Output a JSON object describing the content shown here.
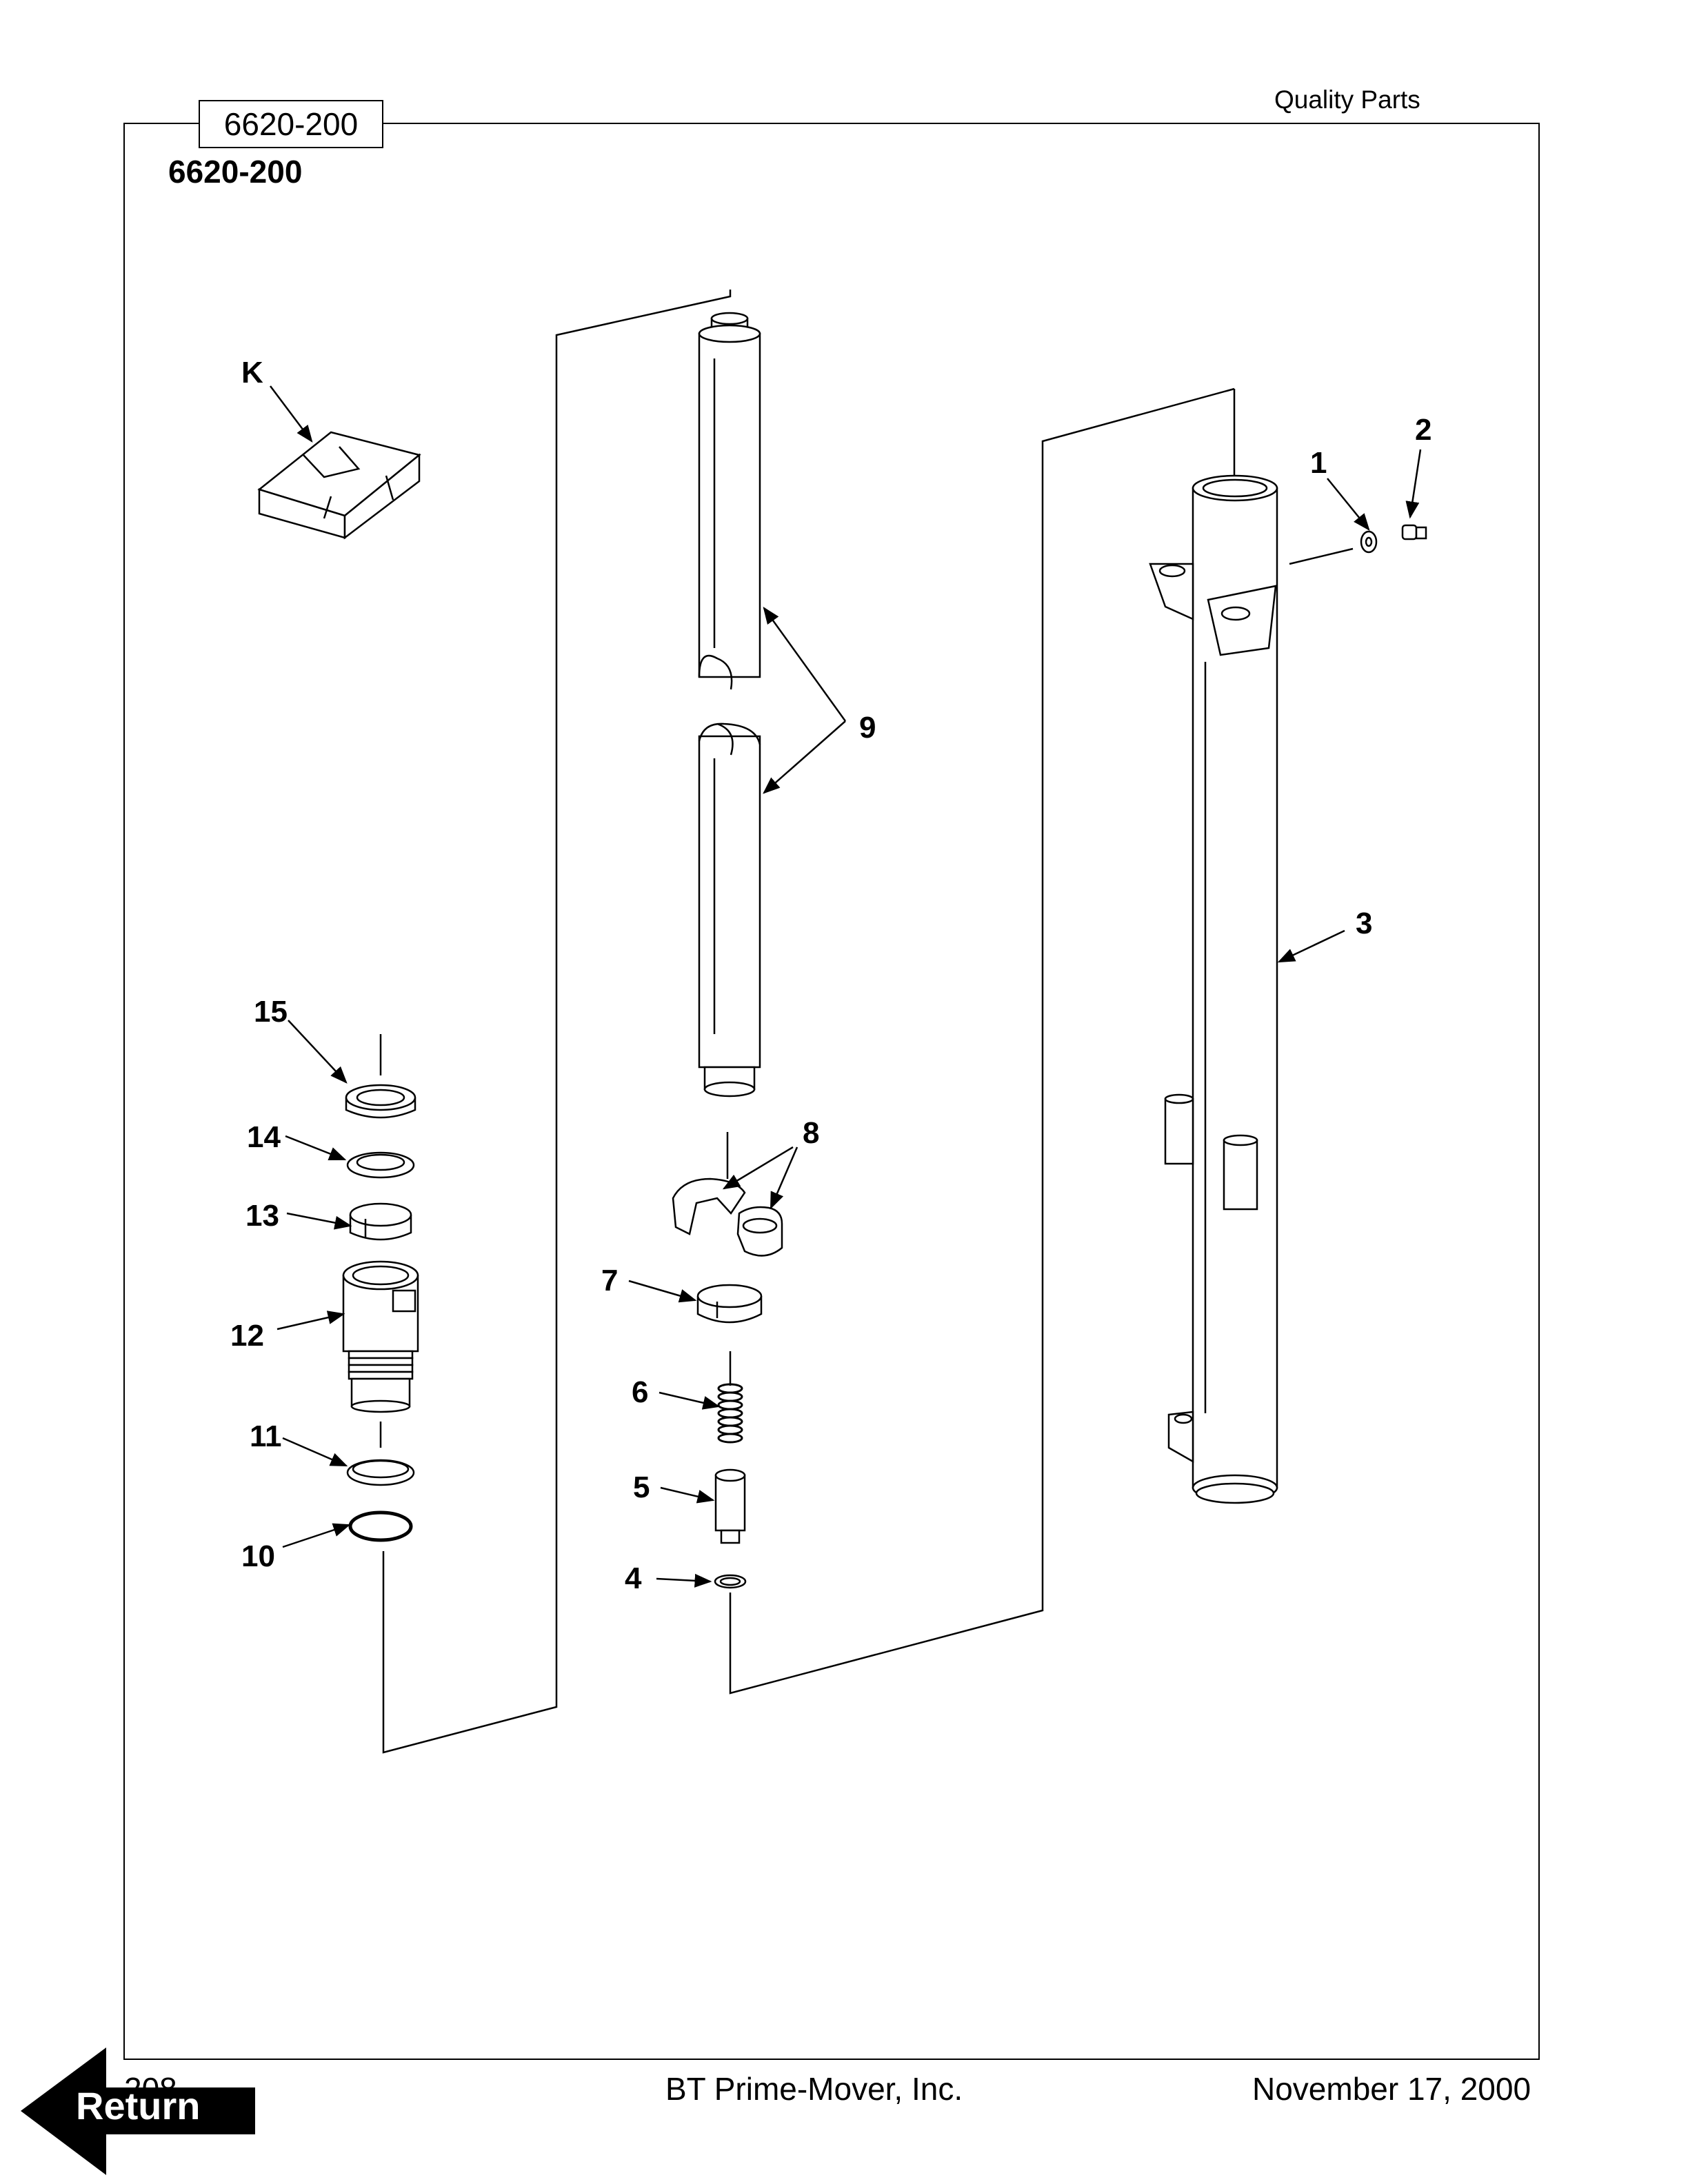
{
  "header": {
    "right_text": "Quality Parts",
    "tab_label": "6620-200",
    "title": "6620-200"
  },
  "callouts": {
    "k": "K",
    "c1": "1",
    "c2": "2",
    "c3": "3",
    "c4": "4",
    "c5": "5",
    "c6": "6",
    "c7": "7",
    "c8": "8",
    "c9": "9",
    "c10": "10",
    "c11": "11",
    "c12": "12",
    "c13": "13",
    "c14": "14",
    "c15": "15"
  },
  "footer": {
    "page_number": "208",
    "company": "BT Prime-Mover, Inc.",
    "date": "November 17, 2000"
  },
  "nav": {
    "return_label": "Return"
  }
}
